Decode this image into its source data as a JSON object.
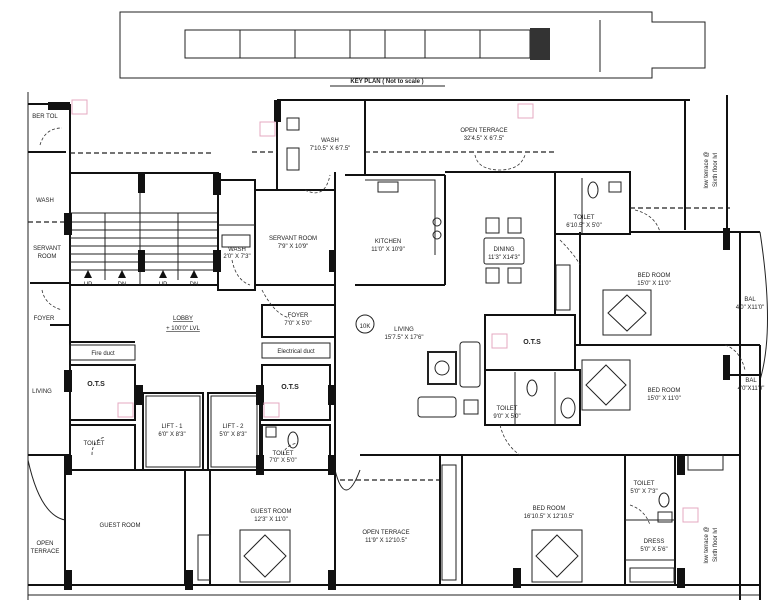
{
  "key_plan": {
    "label": "KEY PLAN ( Not to scale )"
  },
  "marker": "10K",
  "stairs": [
    "UP",
    "DN",
    "UP",
    "DN"
  ],
  "rooms": [
    {
      "name": "BER TOL",
      "dims": ""
    },
    {
      "name": "WASH",
      "dims": ""
    },
    {
      "name": "SERVANT",
      "dims": "ROOM"
    },
    {
      "name": "FOYER",
      "dims": ""
    },
    {
      "name": "LIVING",
      "dims": ""
    },
    {
      "name": "OPEN",
      "dims": "TERRACE"
    },
    {
      "name": "WASH",
      "dims": "7'10.5\" X 6'7.5\""
    },
    {
      "name": "WASH",
      "dims": "2'0\" X 7'3\""
    },
    {
      "name": "SERVANT ROOM",
      "dims": "7'9\" X 10'9\""
    },
    {
      "name": "KITCHEN",
      "dims": "11'0\" X 10'9\""
    },
    {
      "name": "OPEN TERRACE",
      "dims": "32'4.5\" X 6'7.5\""
    },
    {
      "name": "DINING",
      "dims": "11'3\" X14'3\""
    },
    {
      "name": "TOILET",
      "dims": "6'10.5\" X 5'0\""
    },
    {
      "name": "BED ROOM",
      "dims": "15'0\" X 11'0\""
    },
    {
      "name": "BAL",
      "dims": "4'0\" X11'0\""
    },
    {
      "name": "LOBBY",
      "dims": "+ 100'0\" LVL"
    },
    {
      "name": "FOYER",
      "dims": "7'0\" X 5'0\""
    },
    {
      "name": "LIVING",
      "dims": "15'7.5\" X 17'6\""
    },
    {
      "name": "Fire duct",
      "dims": ""
    },
    {
      "name": "Electrical duct",
      "dims": ""
    },
    {
      "name": "O.T.S",
      "dims": ""
    },
    {
      "name": "O.T.S",
      "dims": ""
    },
    {
      "name": "O.T.S",
      "dims": ""
    },
    {
      "name": "LIFT - 1",
      "dims": "6'0\" X 8'3\""
    },
    {
      "name": "LIFT - 2",
      "dims": "5'0\" X 8'3\""
    },
    {
      "name": "TOILET",
      "dims": ""
    },
    {
      "name": "TOILET",
      "dims": "7'0\" X 5'0\""
    },
    {
      "name": "TOILET",
      "dims": "9'0\" X 5'0\""
    },
    {
      "name": "BED ROOM",
      "dims": "15'0\" X 11'0\""
    },
    {
      "name": "BAL",
      "dims": "4'0\"X11'0\""
    },
    {
      "name": "GUEST ROOM",
      "dims": ""
    },
    {
      "name": "GUEST ROOM",
      "dims": "12'3\" X 11'0\""
    },
    {
      "name": "OPEN TERRACE",
      "dims": "11'9\" X 12'10.5\""
    },
    {
      "name": "BED ROOM",
      "dims": "16'10.5\" X 12'10.5\""
    },
    {
      "name": "TOILET",
      "dims": "5'0\" X 7'3\""
    },
    {
      "name": "DRESS",
      "dims": "5'0\" X 5'6\""
    }
  ],
  "low_terrace": [
    "low terrace @",
    "Sixth floor lvl"
  ]
}
